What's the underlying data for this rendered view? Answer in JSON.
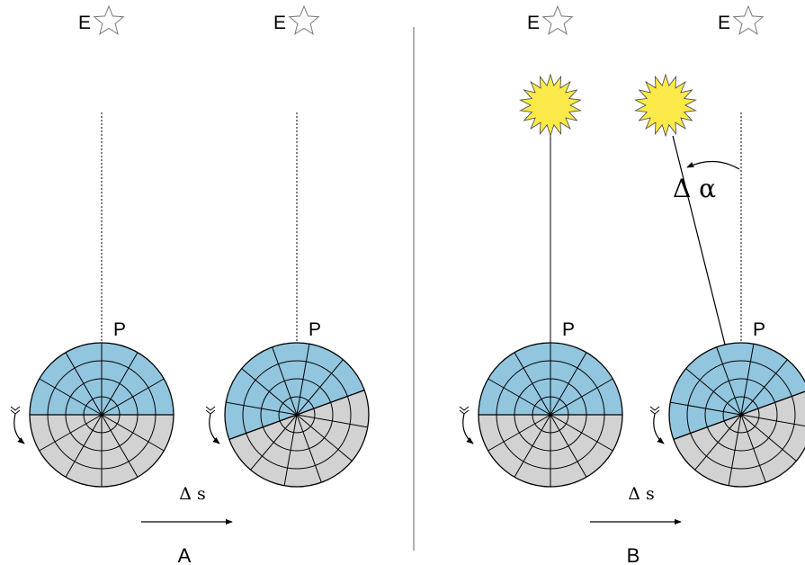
{
  "colors": {
    "day": "#92c6df",
    "night": "#d2d2d2",
    "sun_fill": "#fbe94a",
    "sun_stroke": "#444444",
    "line": "#000000"
  },
  "labels": {
    "star": "E",
    "planet": "P",
    "displacement": "Δ s",
    "angle": "Δ α",
    "panel_a": "A",
    "panel_b": "B"
  },
  "icons": {
    "star": "star-outline-icon",
    "sun": "sun-icon",
    "rotation": "rotation-arrow-icon"
  },
  "panels": [
    {
      "id": "A",
      "label_key": "panel_a",
      "planets": [
        {
          "rotation_deg": 0,
          "star_line": "vertical",
          "sun": false,
          "angle_label": false
        },
        {
          "rotation_deg": -20,
          "star_line": "vertical",
          "sun": false,
          "angle_label": false
        }
      ]
    },
    {
      "id": "B",
      "label_key": "panel_b",
      "planets": [
        {
          "rotation_deg": 0,
          "star_line": "vertical",
          "sun": true,
          "sun_line": "vertical",
          "angle_label": false
        },
        {
          "rotation_deg": -20,
          "star_line": "vertical",
          "sun": true,
          "sun_line": "tilted",
          "angle_label": true
        }
      ]
    }
  ]
}
